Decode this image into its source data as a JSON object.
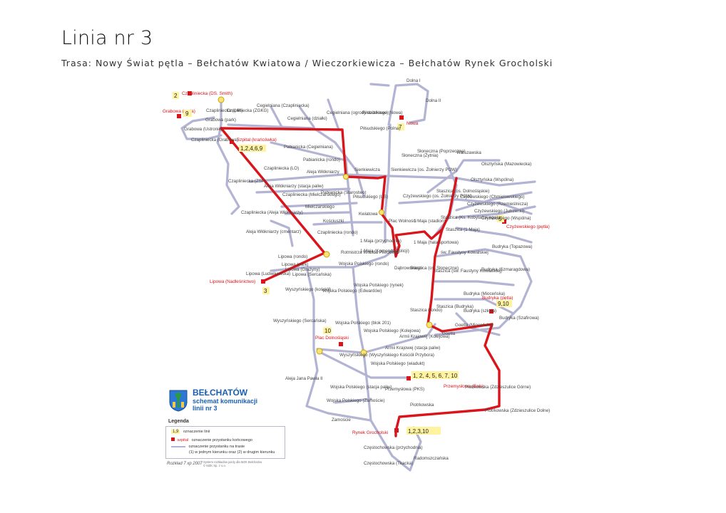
{
  "title": "Linia nr 3",
  "subtitle": "Trasa: Nowy Świat pętla – Bełchatów Kwiatowa / Wieczorkiewicza – Bełchatów Rynek Grocholski",
  "brand": {
    "name": "BEŁCHATÓW",
    "line1": "schemat komunikacji",
    "line2": "linii nr 3"
  },
  "legend": {
    "title": "Legenda",
    "line_label": "oznaczenie linii",
    "line_chip": "1,9",
    "terminal_label": "oznaczenie przystanku końcowego",
    "terminal_chip": "szpital",
    "stop_label": "oznaczenie przystanku na trasie",
    "stop_label2": "(1) w jednym kierunku oraz (2) w drugim kierunku"
  },
  "footer": {
    "left": "Rozkład 7 xp 2007",
    "small1": "System rozkładów jazdy dla MZK Bełchatów",
    "small2": "© MZK Sp. z o.o."
  },
  "colors": {
    "route": "#d9141a",
    "network": "#b3b3d4",
    "stop_yellow": "#f7e37a",
    "brand": "#1a5fb4"
  },
  "stops_gray": [
    "Dolna I",
    "Dolna II",
    "Piłsudskiego (Nowa)",
    "Piłsudskiego (Polna)",
    "Sienkiewicza",
    "Sienkiewicza (os. Żołnierzy POW)",
    "Piłsudskiego (US)",
    "Kwiatowa",
    "Plac Wolności",
    "1 Maja (przychodnia)",
    "1 Maja (Komenda Policji)",
    "1 Maja (stadion)",
    "1 Maja (hala sportowa)",
    "Dąbrowskiego",
    "Czapliniecka (146)",
    "Czapliniecka (ZGKG)",
    "Grabowa (park)",
    "Grabowa (Ustronie)",
    "Czapliniecka (Grabowa)",
    "Cegielniana (Czapliniecka)",
    "Cegielniana (działki)",
    "Cegielniana (ogrody działkowe)",
    "Pabianicka (Cegielniana)",
    "Pabianicka (rondo)",
    "Aleja Włókniarzy",
    "Czapliniecka (LO)",
    "Czapliniecka (ZSP)",
    "Aleja Włókniarzy (stacja paliw)",
    "Pabianicka (Starostwo)",
    "Czapliniecka (Mielczarskiego)",
    "Mielczarskiego",
    "Czapliniecka (Aleja Włókniarzy)",
    "Kościuszki",
    "Aleja Włókniarzy (cmentarz)",
    "Czapliniecka (rondo)",
    "Rotmistrza Witolda Pileckiego",
    "Lipowa (rondo)",
    "Lipowa (park)",
    "Lipowa (Grażyny)",
    "Lipowa (Ludwikowska)",
    "Lipowa (Sercańska)",
    "Wojska Polskiego (rondo)",
    "Wyszyńskiego (kościół)",
    "Wojska Polskiego (rynek)",
    "Wojska Polskiego (Edwardów)",
    "Wyszyńskiego (Sercańska)",
    "Wojska Polskiego (blok 201)",
    "Wojska Polskiego (Kolejowa)",
    "Armii Krajowej (Kolejowa)",
    "Armii Krajowej (stacja paliw)",
    "Wojska Polskiego (wiadukt)",
    "Wyszyńskiego (Wyszyńskiego Kościół Przybora)",
    "Aleja Jana Pawła II",
    "Wojska Polskiego (stacja paliw)",
    "Przemysłowa (PKS)",
    "Wojska Polskiego (Zamoście)",
    "Zamoście",
    "Piotrkowska",
    "Piotrkowska (Zdzieszulice Górne)",
    "Piotrkowska (Zdzieszulice Dolne)",
    "Częstochowska (przychodnia)",
    "Radomszczańska",
    "Częstochowska (Tkacka)",
    "Warszawska",
    "Słoneczna (Poprzeczna)",
    "Słoneczna (Żytnia)",
    "Olsztyńska (Mazowiecka)",
    "Olsztyńska (Wspólna)",
    "Czyżewskiego (os. Żołnierzy POW)",
    "Staszica (os. Dolnośląskie)",
    "Czyżewskiego (Chmielowskiego)",
    "Czyżewskiego (Rzemieślnicza)",
    "Czyżewskiego (Jutrzenki)",
    "Czyżewskiego (Wspólna)",
    "Staszica (Ks. Kobylańskiego)",
    "Staszica (1 Maja)",
    "św. Faustyny Kowalskiej",
    "Budryka (Topazowa)",
    "Staszica (os. Słoneczne)",
    "Staszica (św. Faustyny Kowalskiej)",
    "Budryka (Szmaragdowa)",
    "Budryka (Mioceńska)",
    "Staszica (rondo)",
    "Staszica (Budryka)",
    "Budryka (szkoła)",
    "Goetla (Mioceńska)",
    "Budryka (Szafirowa)",
    "Goetla"
  ],
  "stops_red": [
    "Czapliniecka (DS. Smith)",
    "Grabowa (pętla)",
    "Szpital (krańcówka)",
    "Nowa",
    "Czyżewskiego (pętla)",
    "Lipowa (Nadleśnictwo)",
    "Budryka (pętla)",
    "Plac Dolnośląski",
    "Przemysłowa (Bałs)",
    "Rynek Grocholski"
  ],
  "tags": {
    "t_czapl": "2",
    "t_grab": "9",
    "t_szpital": "1,2,4,6,9",
    "t_nowa": "7",
    "t_czyz": "5",
    "t_lipowa": "3",
    "t_budryka": "9,10",
    "t_plac": "10",
    "t_przem": "1, 2, 4, 5, 6, 7, 10",
    "t_rynek": "1,2,3,10"
  }
}
